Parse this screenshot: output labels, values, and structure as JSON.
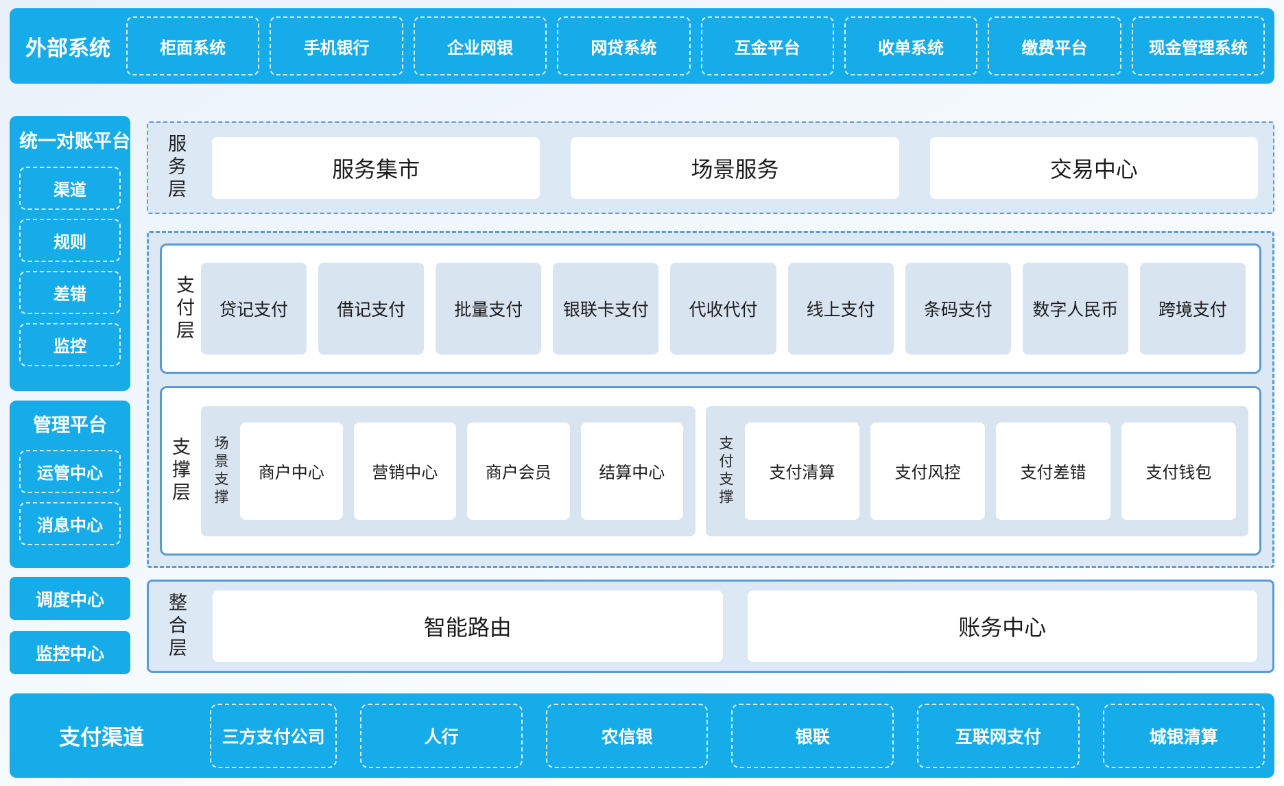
{
  "colors": {
    "accent_blue": "#15ACE9",
    "panel_fill": "#dde8f5",
    "border_blue": "#5b9bd5",
    "box_fill": "#d9e4f1",
    "text_dark": "#1b1b1b"
  },
  "external_systems": {
    "label": "外部系统",
    "items": [
      "柜面系统",
      "手机银行",
      "企业网银",
      "网贷系统",
      "互金平台",
      "收单系统",
      "缴费平台",
      "现金管理系统"
    ]
  },
  "sidebar": {
    "reconciliation": {
      "title": "统一对账平台",
      "items": [
        "渠道",
        "规则",
        "差错",
        "监控"
      ]
    },
    "management": {
      "title": "管理平台",
      "items": [
        "运管中心",
        "消息中心"
      ]
    },
    "standalone": [
      "调度中心",
      "监控中心"
    ]
  },
  "service_layer": {
    "label": "服务层",
    "items": [
      "服务集市",
      "场景服务",
      "交易中心"
    ]
  },
  "payment_layer": {
    "label": "支付层",
    "items": [
      "贷记支付",
      "借记支付",
      "批量支付",
      "银联卡支付",
      "代收代付",
      "线上支付",
      "条码支付",
      "数字人民币",
      "跨境支付"
    ]
  },
  "support_layer": {
    "label": "支撑层",
    "groups": [
      {
        "label": "场景支撑",
        "items": [
          "商户中心",
          "营销中心",
          "商户会员",
          "结算中心"
        ]
      },
      {
        "label": "支付支撑",
        "items": [
          "支付清算",
          "支付风控",
          "支付差错",
          "支付钱包"
        ]
      }
    ]
  },
  "integration_layer": {
    "label": "整合层",
    "items": [
      "智能路由",
      "账务中心"
    ]
  },
  "payment_channels": {
    "label": "支付渠道",
    "items": [
      "三方支付公司",
      "人行",
      "农信银",
      "银联",
      "互联网支付",
      "城银清算"
    ]
  }
}
